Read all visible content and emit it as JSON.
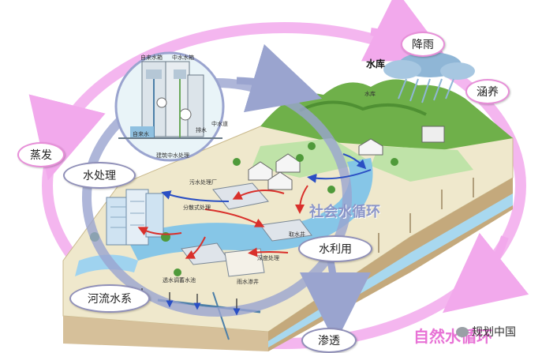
{
  "cycle_labels": {
    "social": "社会水循环",
    "natural": "自然水循环"
  },
  "nodes": {
    "rain": "降雨",
    "conserve": "涵养",
    "evaporation": "蒸发",
    "water_treatment": "水处理",
    "water_use": "水利用",
    "river_system": "河流水系",
    "infiltration": "渗透"
  },
  "place_labels": {
    "reservoir_bold": "水库",
    "reservoir_small": "水库",
    "sewage_plant": "污水处理厂",
    "tap_water_tank": "自来水箱",
    "reclaimed_water_tank": "中水水箱",
    "tap_water": "自来水",
    "reclaimed_water_system": "建筑中水处理",
    "drainage": "排水",
    "reclaimed_pipe": "中水道",
    "deep_treatment": "深度处理",
    "distributed_treatment": "分散式处理",
    "rain_well": "雨水渗井",
    "permeable_pool": "透水调蓄水池",
    "intake_well": "取水井"
  },
  "watermark": "规划中国",
  "colors": {
    "pink_cycle": "#f2a9ec",
    "blue_cycle": "#9aa4cf",
    "water": "#7fc4e8",
    "grass": "#bfe3a8",
    "land_top": "#efe8cc",
    "soil": "#d6c09a",
    "arrow_red": "#d9302b",
    "arrow_blue": "#2a4fc4",
    "natural_text": "#e873d6"
  }
}
